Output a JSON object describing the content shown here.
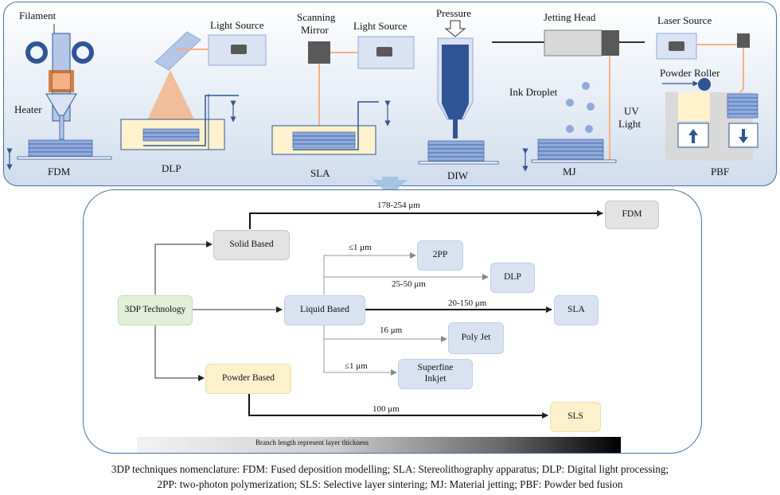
{
  "top": {
    "filament": "Filament",
    "heater": "Heater",
    "fdm": "FDM",
    "light_source_1": "Light Source",
    "dlp": "DLP",
    "scanning": "Scanning",
    "mirror": "Mirror",
    "light_source_2": "Light Source",
    "sla": "SLA",
    "pressure": "Pressure",
    "diw": "DIW",
    "jetting_head": "Jetting Head",
    "ink_droplet": "Ink Droplet",
    "uv": "UV",
    "light": "Light",
    "mj": "MJ",
    "laser_source": "Laser Source",
    "powder_roller": "Powder Roller",
    "pbf": "PBF"
  },
  "tree": {
    "root": "3DP Technology",
    "solid": "Solid Based",
    "liquid": "Liquid Based",
    "powder": "Powder Based",
    "fdm": "FDM",
    "pp2": "2PP",
    "dlp": "DLP",
    "sla": "SLA",
    "polyjet": "Poly Jet",
    "superfine": "Superfine Inkjet",
    "sls": "SLS",
    "l_fdm": "178-254 μm",
    "l_2pp": "≤1 μm",
    "l_dlp": "25-50 μm",
    "l_sla": "20-150 μm",
    "l_polyjet": "16 μm",
    "l_superfine": "≤1 μm",
    "l_sls": "100 μm",
    "bar_label": "Branch length represent layer thickness"
  },
  "caption": {
    "line1": "3DP techniques nomenclature: FDM: Fused deposition modelling; SLA: Stereolithography apparatus; DLP: Digital light processing;",
    "line2": "2PP: two-photon polymerization; SLS: Selective layer sintering; MJ: Material jetting; PBF: Powder bed fusion"
  }
}
